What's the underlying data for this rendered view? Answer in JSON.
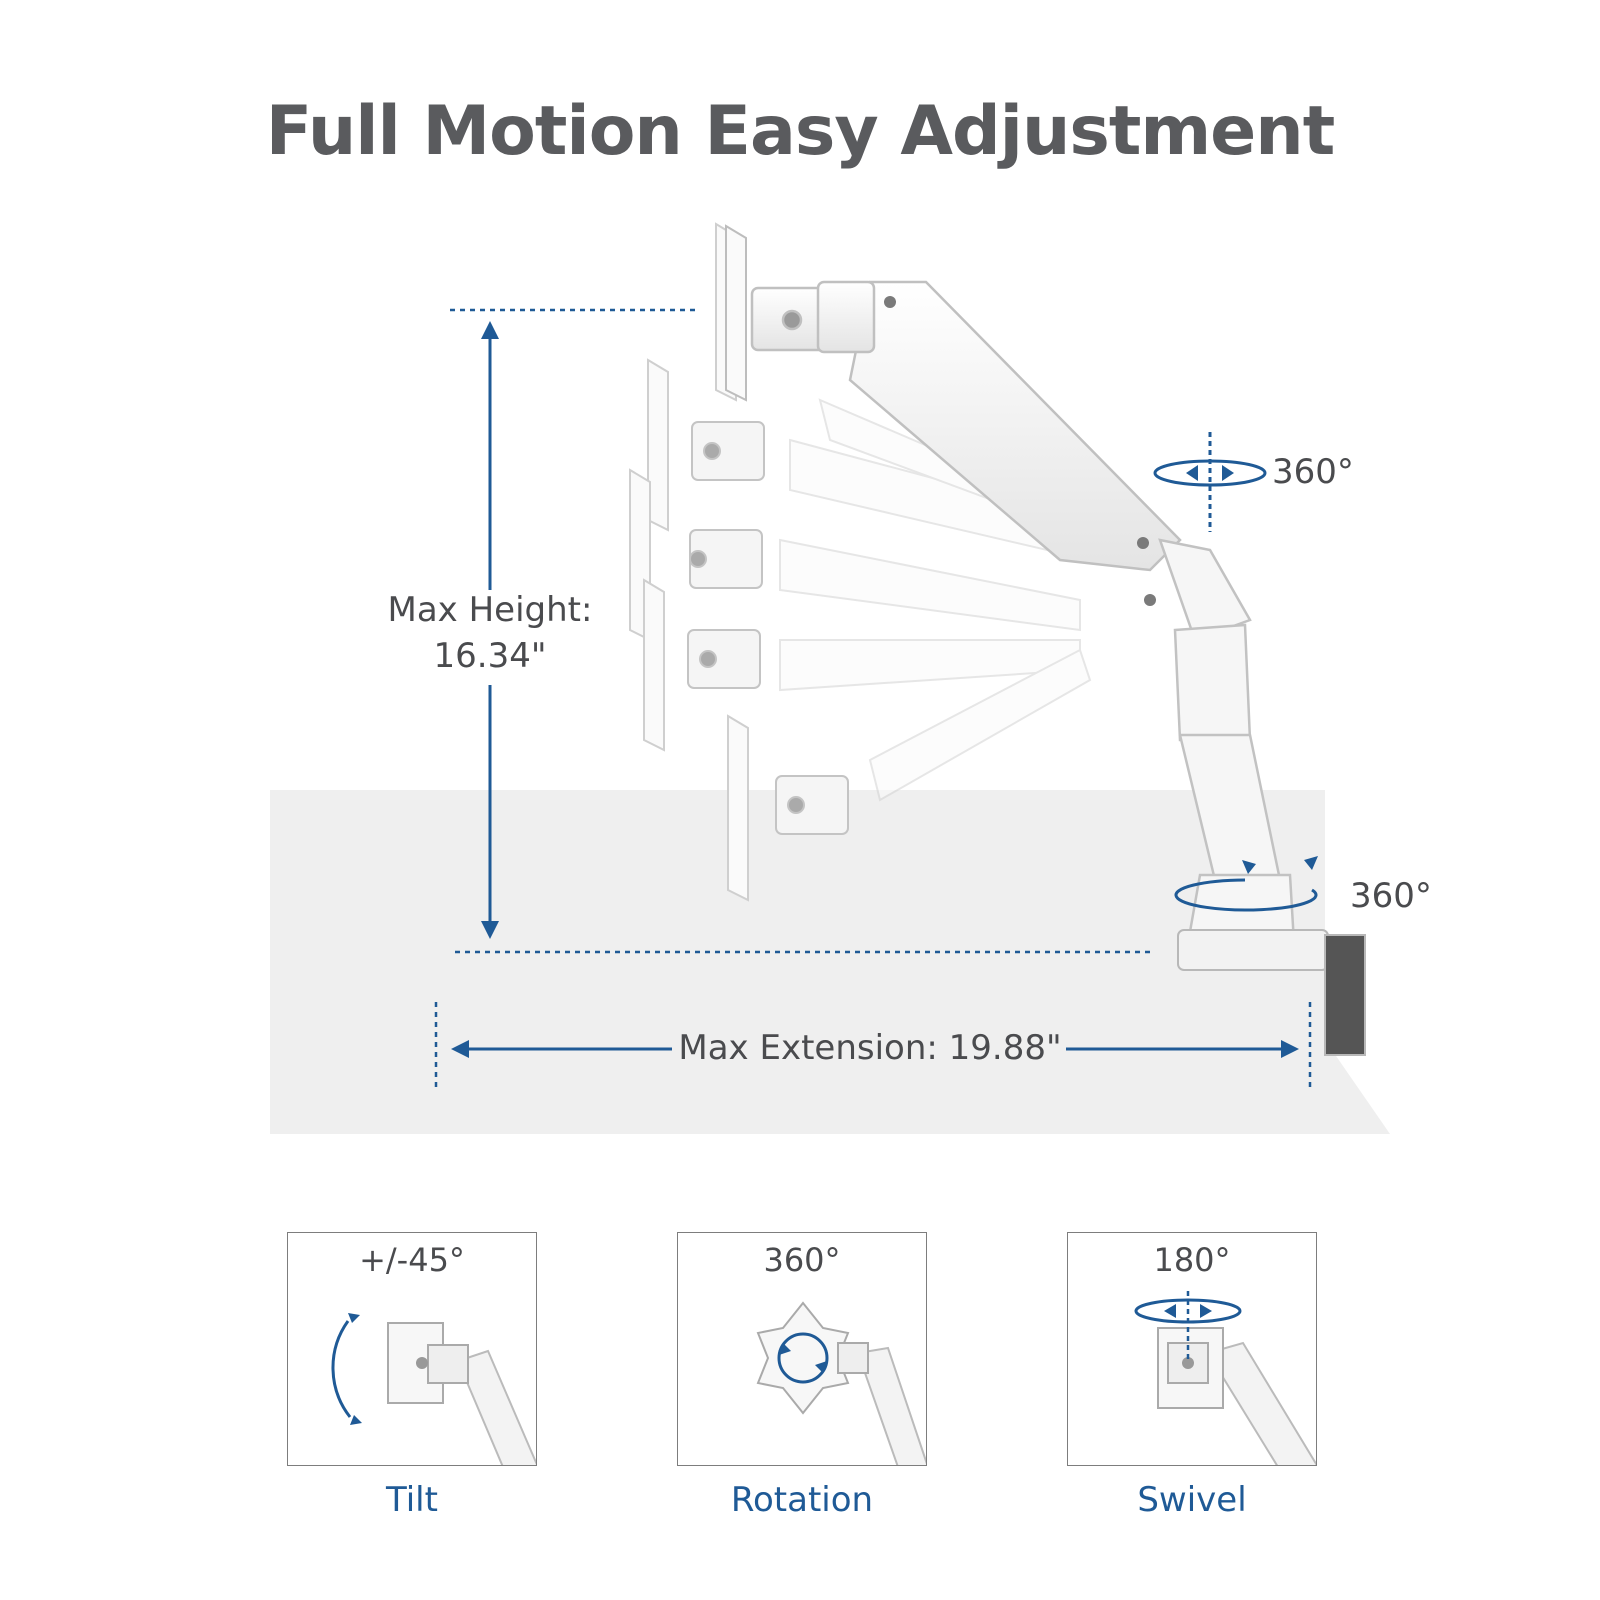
{
  "title": "Full Motion Easy Adjustment",
  "dimensions": {
    "max_height_label": "Max Height:",
    "max_height_value": "16.34\"",
    "max_extension_label": "Max Extension: 19.88\""
  },
  "rotation_labels": {
    "upper_joint": "360°",
    "base": "360°"
  },
  "features": [
    {
      "degree": "+/-45°",
      "name": "Tilt"
    },
    {
      "degree": "360°",
      "name": "Rotation"
    },
    {
      "degree": "180°",
      "name": "Swivel"
    }
  ],
  "colors": {
    "accent": "#1f5a96",
    "title": "#5a5b5e",
    "desk": "#efefef"
  }
}
